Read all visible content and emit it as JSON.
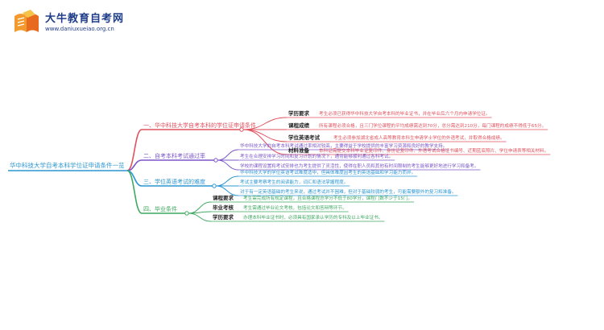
{
  "brand": {
    "title": "大牛教育自考网",
    "url": "www.daniuxueiao.org.cn"
  },
  "mindmap": {
    "root": "华中科技大学自考本科学位证申请条件一览",
    "branches": [
      {
        "label": "一、华中科技大学自考本科的学位证申请条件",
        "color": "#e0525e",
        "children": [
          {
            "key": "学历要求",
            "text": "考生必须已获得华中科技大学自考本科的毕业证书，并在毕业后六个月内申请学位证。"
          },
          {
            "key": "课程成绩",
            "text": "所有课程必须合格，且三门学位课程的平均成绩需达到70分，总分需达到210分，每门课程的成绩不得低于65分。"
          },
          {
            "key": "学位英语考试",
            "text": "考生必须参加湖北省成人高等教育本科生申请学士学位的外语考试，并取得合格成绩。"
          },
          {
            "key": "材料准备",
            "text": "本科证需提交本科毕业证复印件、身份证复印件、外语考试合格证书编号、近期蓝底照片、学位申请表等相关材料。"
          }
        ]
      },
      {
        "label": "二、自考本科考试通过率",
        "color": "#7b57c9",
        "children": [
          {
            "text": "华中科技大学的自考本科考试通过率相对较高，主要得益于学校提供的丰富学习资源和良好的教学支持。"
          },
          {
            "text": "考生在合理安排学习时间和复习计划的情况下，通常能够顺利通过各科考试。"
          },
          {
            "text": "学校的课程设置和考试安排也为考生提供了灵活性，使得在职人员和其他有时间限制的考生能够更好地进行学习和备考。"
          }
        ]
      },
      {
        "label": "三、学位英语考试的难度",
        "color": "#2b96d3",
        "children": [
          {
            "text": "华中科技大学的学位英语考试难度适中，但具体难度因考生的英语基础和学习能力而异。"
          },
          {
            "text": "考试主要考察考生的阅读能力，词汇和语法掌握程度。"
          },
          {
            "text": "对于有一定英语基础的考生来说，通过考试并不困难，但对于基础较弱的考生，可能需要额外的复习和准备。"
          }
        ]
      },
      {
        "label": "四、毕业条件",
        "color": "#3ea95f",
        "children": [
          {
            "key": "课程要求",
            "text": "考生需完成所有规定课程，且合格课程总学分不低于80学分，课程门数不少于15门。"
          },
          {
            "key": "毕业考核",
            "text": "考生需通过毕业论文考核，包括论文和答辩等环节。"
          },
          {
            "key": "学历要求",
            "text": "办理本科毕业证书时，必须具有国家承认学历的专科及以上毕业证书。"
          }
        ]
      }
    ]
  }
}
